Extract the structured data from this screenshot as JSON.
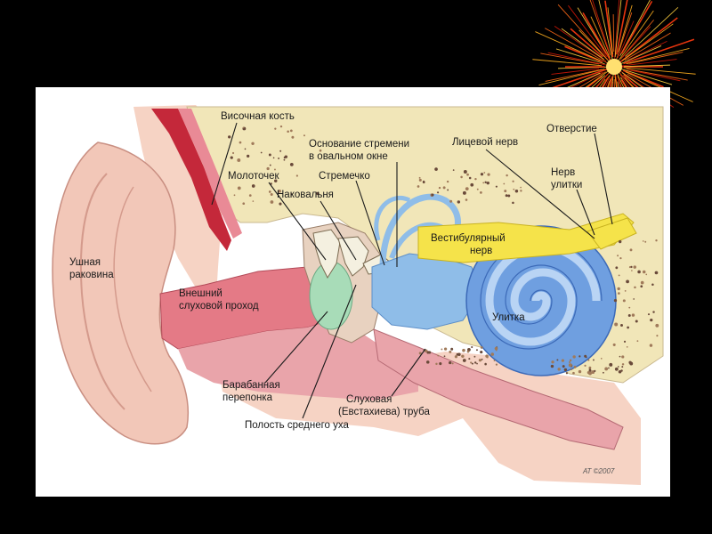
{
  "slide": {
    "background": "#000000",
    "decoration_icon": "firework-burst-icon"
  },
  "diagram": {
    "labels": {
      "temporal_bone": "Височная кость",
      "stapes_base_l1": "Основание стремени",
      "stapes_base_l2": "в овальном окне",
      "facial_nerve": "Лицевой нерв",
      "opening": "Отверстие",
      "malleus": "Молоточек",
      "stapes": "Стремечко",
      "incus": "Наковальня",
      "cochlear_nerve_l1": "Нерв",
      "cochlear_nerve_l2": "улитки",
      "vestibular_nerve_l1": "Вестибулярный",
      "vestibular_nerve_l2": "нерв",
      "auricle_l1": "Ушная",
      "auricle_l2": "раковина",
      "ext_canal_l1": "Внешний",
      "ext_canal_l2": "слуховой проход",
      "cochlea": "Улитка",
      "eardrum_l1": "Барабанная",
      "eardrum_l2": "перепонка",
      "tube_l1": "Слуховая",
      "tube_l2": "(Евстахиева) труба",
      "middle_ear": "Полость среднего уха"
    },
    "signature": "АТ ©2007",
    "colors": {
      "panel": "#ffffff",
      "skin": "#f2c7b8",
      "bone": "#f1e6b8",
      "canal": "#e47a86",
      "muscle": "#c4283a",
      "labyrinth": "#8fbde8",
      "cochlea": "#6f9fe0",
      "nerve": "#f5e34a",
      "eardrum": "#a8dcb8",
      "soft_tissue": "#e9a4aa"
    }
  }
}
